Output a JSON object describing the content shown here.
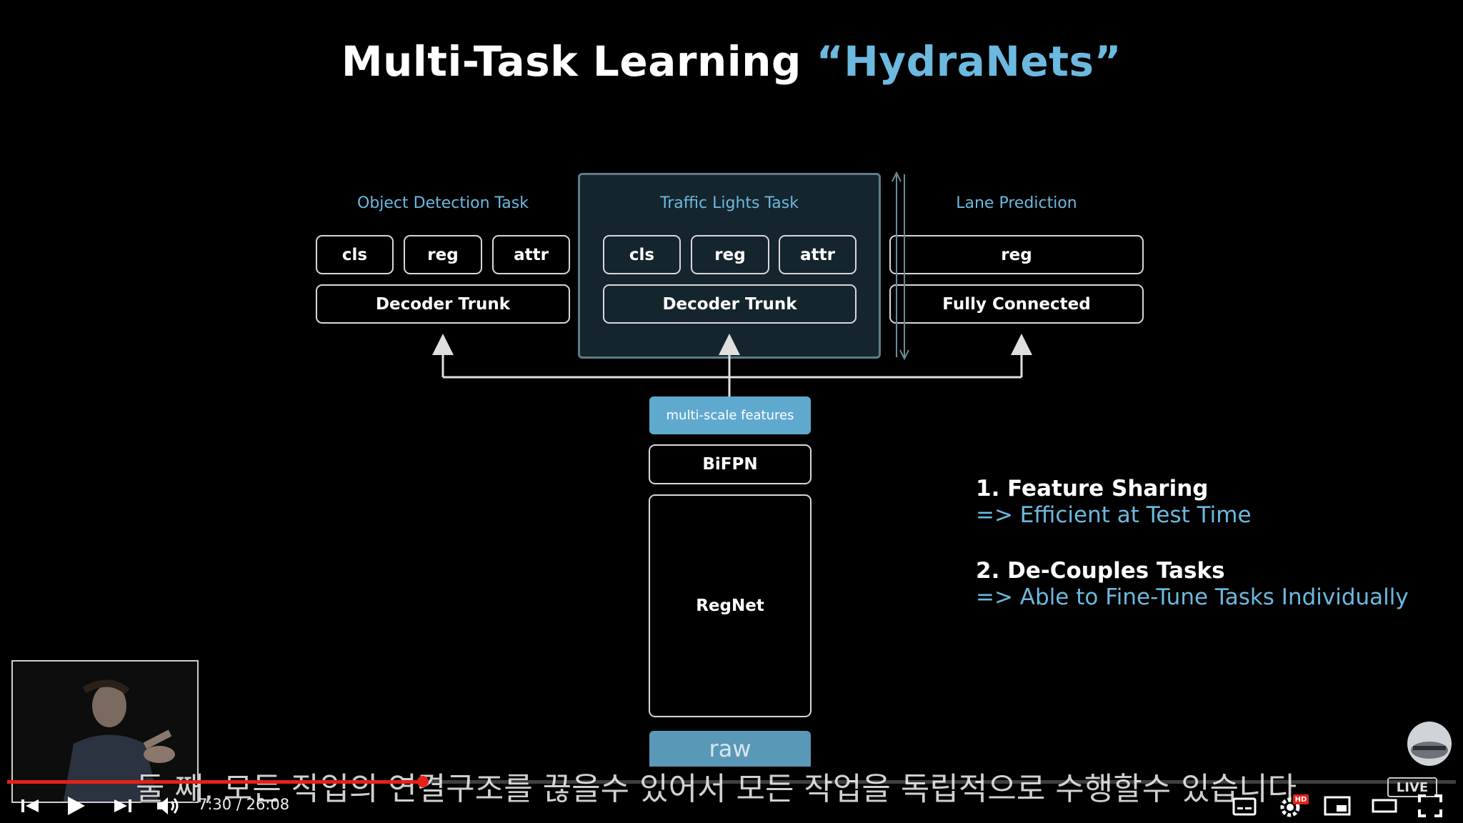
{
  "slide": {
    "title_main": "Multi-Task Learning ",
    "title_accent": "“HydraNets”",
    "tasks": {
      "object_detection": {
        "label": "Object Detection Task",
        "heads": [
          "cls",
          "reg",
          "attr"
        ],
        "trunk": "Decoder Trunk"
      },
      "traffic_lights": {
        "label": "Traffic Lights Task",
        "heads": [
          "cls",
          "reg",
          "attr"
        ],
        "trunk": "Decoder Trunk"
      },
      "lane_prediction": {
        "label": "Lane Prediction",
        "head": "reg",
        "trunk": "Fully Connected"
      }
    },
    "backbone": {
      "features": "multi-scale features",
      "bifpn": "BiFPN",
      "regnet": "RegNet",
      "raw": "raw"
    },
    "bullets": [
      {
        "title": "1. Feature Sharing",
        "sub": "=> Efficient at Test Time"
      },
      {
        "title": "2. De-Couples Tasks",
        "sub": "=> Able to Fine-Tune Tasks Individually"
      }
    ]
  },
  "player": {
    "subtitle": "둘 째, 모든 작업의 연결구조를 끊을수 있어서 모든 작업을 독립적으로 수행할수 있습니다.",
    "time": "7:30 / 26:08",
    "progress_fraction": 0.287,
    "live_label": "LIVE",
    "hd_badge": "HD",
    "colors": {
      "progress": "#e62117",
      "accent": "#6cb9e0"
    }
  }
}
